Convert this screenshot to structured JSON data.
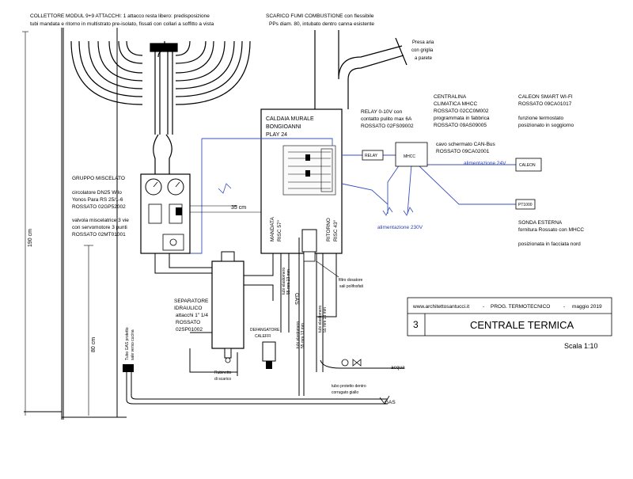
{
  "header": {
    "collector_line1": "COLLETTORE MODUL 9+9 ATTACCHI: 1 attacco resta libero: predisposizione",
    "collector_line2": "tubi mandata e ritorno in multistrato pre-isolato, fissati con collari a soffitto a vista",
    "flue_line1": "SCARICO FUMI COMBUSTIONE con flessibile",
    "flue_line2": "PPs diam. 80, intubato dentro canna esistente",
    "air_line1": "Presa aria",
    "air_line2": "con griglia",
    "air_line3": "a parete"
  },
  "boiler": {
    "line1": "CALDAIA MURALE",
    "line2": "BONGIOANNI",
    "line3": "PLAY 24",
    "mandata_label1": "MANDATA",
    "mandata_label2": "RISC 57°",
    "ritorno_label1": "RITORNO",
    "ritorno_label2": "RISC 43°"
  },
  "relay": {
    "line1": "RELAY 0-10V con",
    "line2": "contatto pulito max 6A",
    "line3": "ROSSATO 02FS09002",
    "box": "RELAY"
  },
  "centralina": {
    "line1": "CENTRALINA",
    "line2": "CLIMATICA MHCC",
    "line3": "ROSSATO 02CC0M002",
    "line4": "programmata in fabbrica",
    "line5": "ROSSATO 09AS09005",
    "box": "MHCC"
  },
  "caleon": {
    "line1": "CALEON SMART WI-FI",
    "line2": "ROSSATO 09CA01017",
    "line3": "funzione termostato",
    "line4": "posizionato in soggiorno",
    "box": "CALEON"
  },
  "can_bus": {
    "line1": "cavo schermato CAN-Bus",
    "line2": "ROSSATO 09CA02001"
  },
  "power": {
    "v24": "alimentazione 24V",
    "v230": "alimentazione 230V"
  },
  "sonda": {
    "box": "PT1000",
    "line1": "SONDA ESTERNA",
    "line2": "fornitura Rossato con MHCC",
    "line3": "posizionata in facciata nord"
  },
  "gruppo": {
    "title": "GRUPPO MISCELATO",
    "line1": "circolatore DN25 Wilo",
    "line2": "Yonos Para RS 25/1-6",
    "line3": "ROSSATO 02GP52002",
    "line4": "valvola miscelatrice 3 vie",
    "line5": "con servomotore 3 punti",
    "line6": "ROSSATO 02MT01001"
  },
  "separatore": {
    "line1": "SEPARATORE",
    "line2": "IDRAULICO",
    "line3": "attacchi 1\" 1/4",
    "line4": "ROSSATO",
    "line5": "02SP01002",
    "drain1": "Rubinetto",
    "drain2": "di scarico"
  },
  "defangatore": {
    "line1": "DEFANGATORE",
    "line2": "CALEFFI"
  },
  "filtro": {
    "line1": "filtro dosatore",
    "line2": "sali polifosfati"
  },
  "dimensions": {
    "d35": "35 cm",
    "d190": "190 cm",
    "d80": "80 cm"
  },
  "pipes": {
    "isol1": "tubi elastomero",
    "isol2": "55 mm 13 mm",
    "gas_vert": "GAS",
    "gas_h": "GAS",
    "acqua": "acqua",
    "tubo_gas1": "tubo protetto dentro",
    "tubo_gas2": "corrugato giallo",
    "tubo_gas_vert1": "Tubo GAS protetto",
    "tubo_gas_vert2": "sale verso cucina"
  },
  "title_block": {
    "website": "www.architettosantucci.it",
    "project": "PROG. TERMOTECNICO",
    "sep1": "-",
    "sep2": "-",
    "date": "maggio 2019",
    "number": "3",
    "title": "CENTRALE TERMICA",
    "scale": "Scala 1:10"
  }
}
